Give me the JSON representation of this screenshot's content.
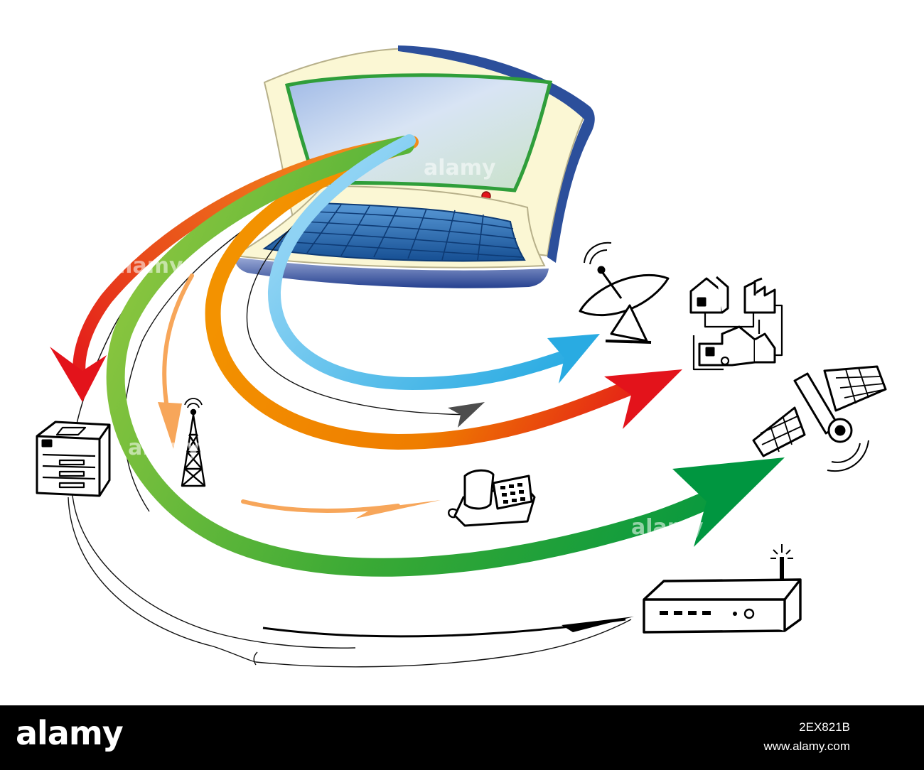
{
  "watermark": {
    "text": "alamy"
  },
  "footer": {
    "logo": "alamy",
    "image_id": "2EX821B",
    "url": "www.alamy.com"
  },
  "colors": {
    "background": "#ffffff",
    "footer": "#000000",
    "arrow_red": "#e3131b",
    "arrow_orange": "#ef7d00",
    "arrow_green": "#009640",
    "arrow_blue": "#29abe2",
    "arrow_light_orange": "#f7a65a",
    "laptop_body": "#fbf7d4",
    "laptop_frame": "#2c4f9b",
    "screen": "#c6d9f0",
    "keyboard": "#1f6fb8"
  },
  "icons": [
    "laptop-icon",
    "satellite-dish-icon",
    "buildings-network-icon",
    "satellite-icon",
    "fax-machine-icon",
    "radio-tower-icon",
    "telephone-icon",
    "router-icon"
  ]
}
